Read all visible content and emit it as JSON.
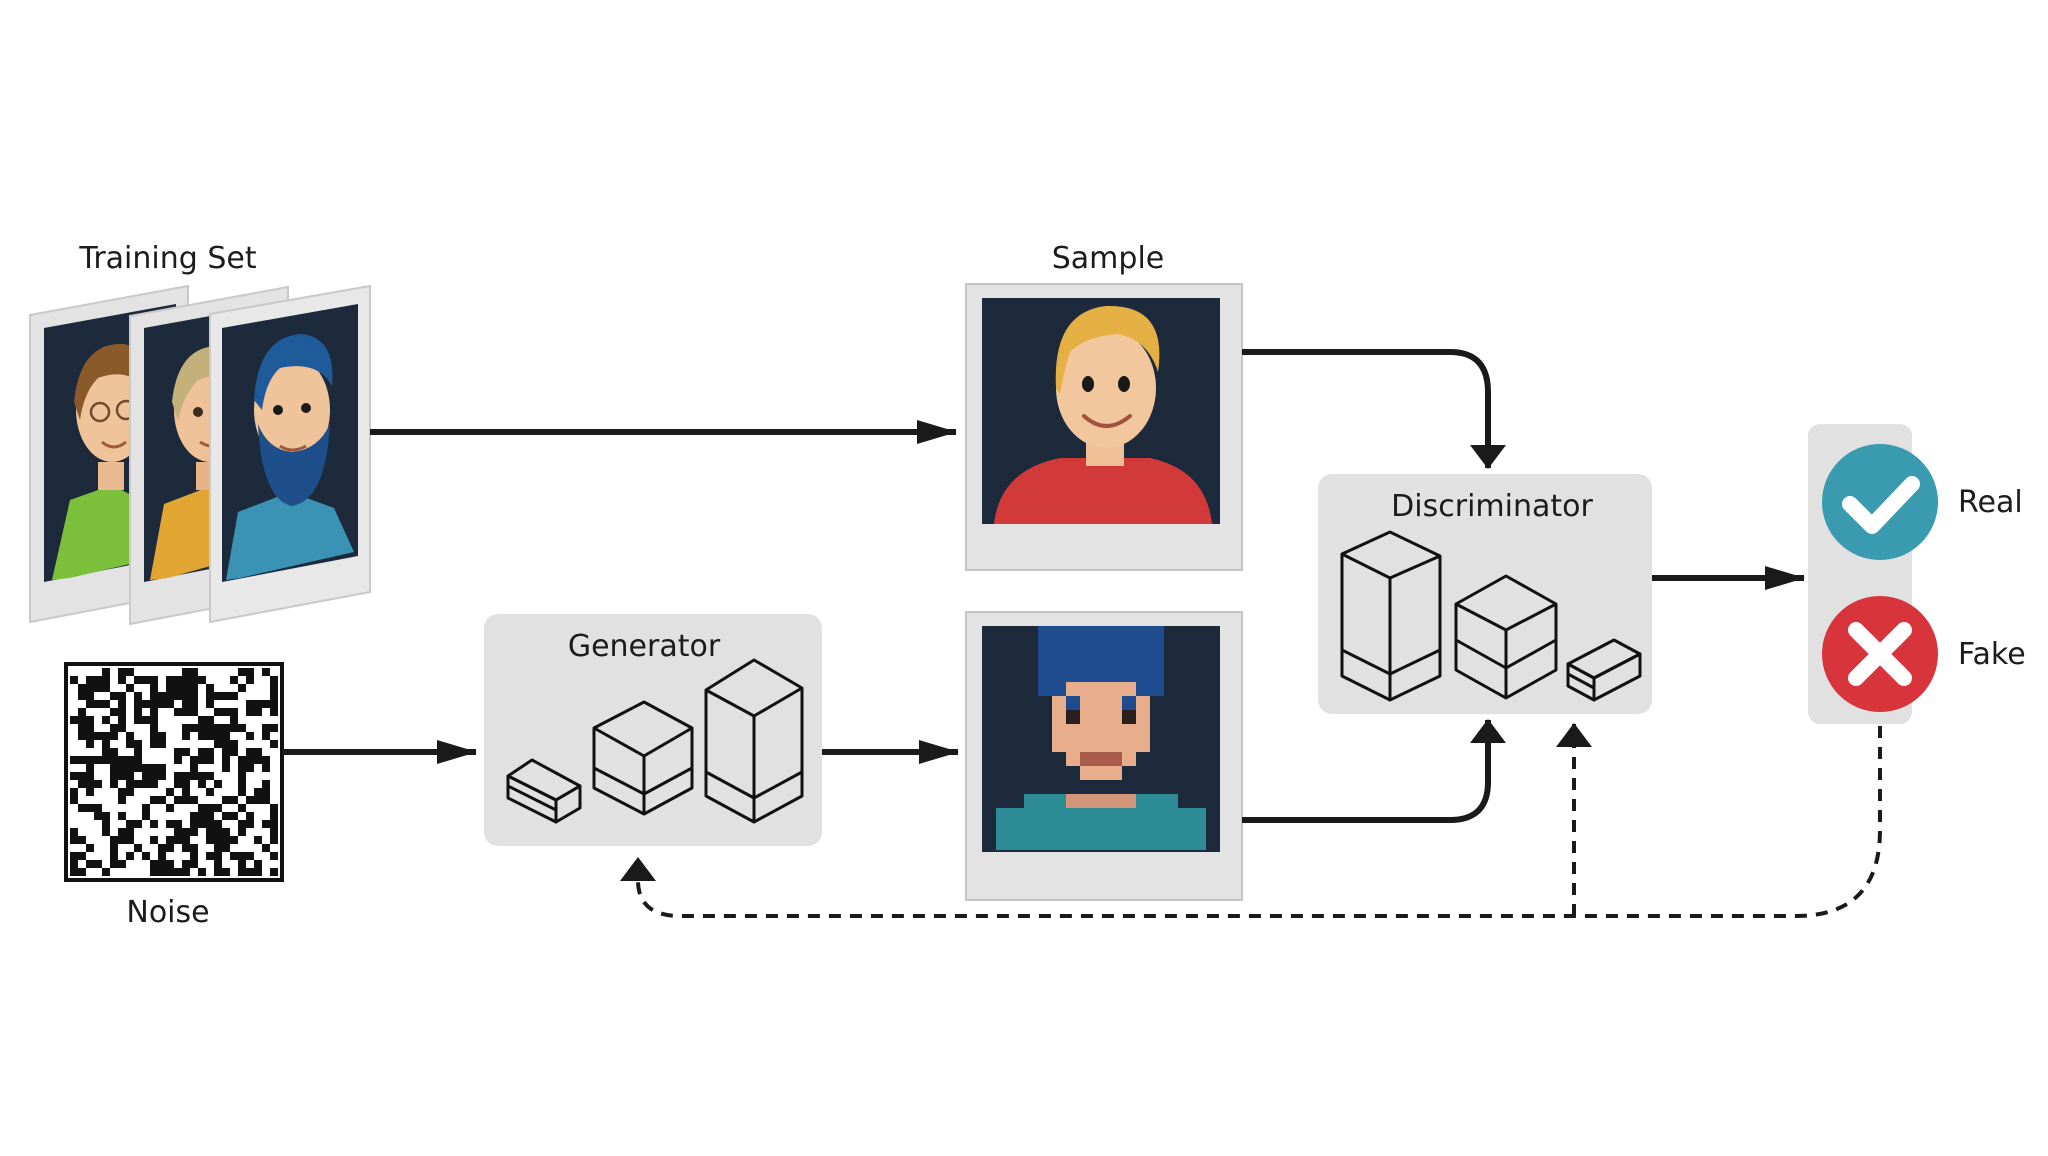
{
  "labels": {
    "training_set": "Training Set",
    "noise": "Noise",
    "sample": "Sample",
    "generator": "Generator",
    "discriminator": "Discriminator",
    "real": "Real",
    "fake": "Fake"
  },
  "icons": {
    "real": "check-icon",
    "fake": "cross-icon"
  },
  "colors": {
    "background": "#ffffff",
    "box_fill": "#e1e1e1",
    "photo_frame": "#e3e3e3",
    "photo_background": "#1c2a3c",
    "real_badge": "#3a9bb0",
    "fake_badge": "#d7343c",
    "arrow": "#1a1a1a"
  }
}
